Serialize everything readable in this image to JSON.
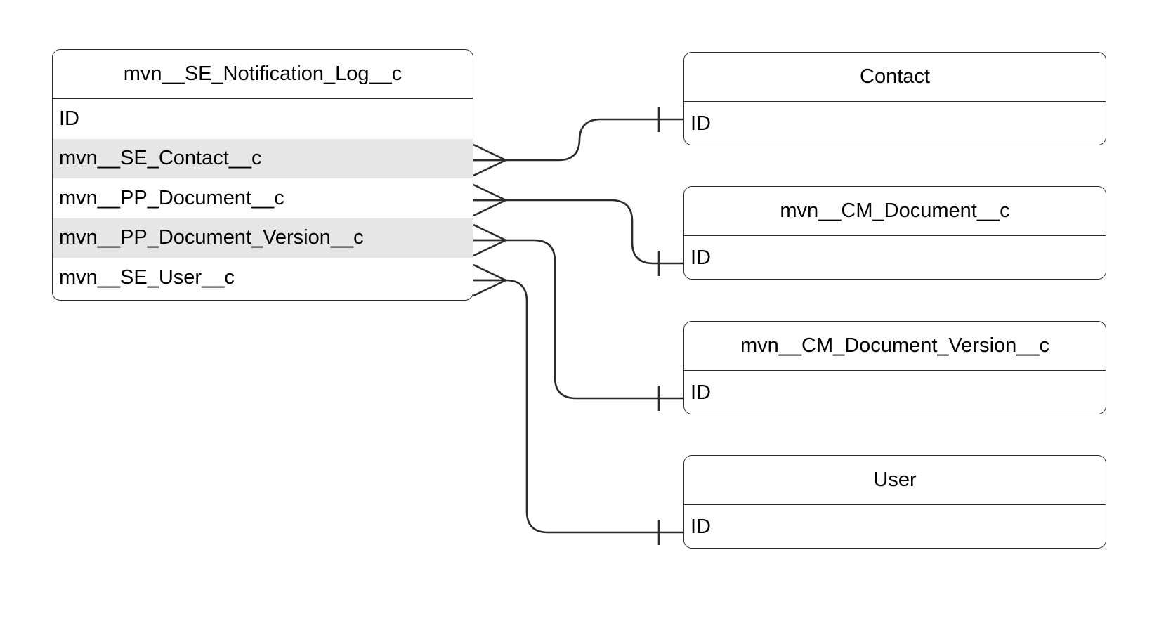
{
  "diagram": {
    "type": "entity-relationship-diagram",
    "notation": "crow's-foot",
    "colors": {
      "stroke": "#2b2b2b",
      "background": "#ffffff",
      "row_alt": "#e6e6e6",
      "text": "#000000"
    }
  },
  "entities": {
    "source": {
      "name": "mvn__SE_Notification_Log__c",
      "attributes": [
        {
          "label": "ID",
          "shaded": false
        },
        {
          "label": "mvn__SE_Contact__c",
          "shaded": true
        },
        {
          "label": "mvn__PP_Document__c",
          "shaded": false
        },
        {
          "label": "mvn__PP_Document_Version__c",
          "shaded": true
        },
        {
          "label": "mvn__SE_User__c",
          "shaded": false
        }
      ]
    },
    "targets": [
      {
        "name": "Contact",
        "attributes": [
          {
            "label": "ID",
            "shaded": false
          }
        ]
      },
      {
        "name": "mvn__CM_Document__c",
        "attributes": [
          {
            "label": "ID",
            "shaded": false
          }
        ]
      },
      {
        "name": "mvn__CM_Document_Version__c",
        "attributes": [
          {
            "label": "ID",
            "shaded": false
          }
        ]
      },
      {
        "name": "User",
        "attributes": [
          {
            "label": "ID",
            "shaded": false
          }
        ]
      }
    ]
  },
  "relationships": [
    {
      "from_attribute": "mvn__SE_Contact__c",
      "to_entity": "Contact",
      "to_attribute": "ID",
      "from_cardinality": "many",
      "to_cardinality": "one"
    },
    {
      "from_attribute": "mvn__PP_Document__c",
      "to_entity": "mvn__CM_Document__c",
      "to_attribute": "ID",
      "from_cardinality": "many",
      "to_cardinality": "one"
    },
    {
      "from_attribute": "mvn__PP_Document_Version__c",
      "to_entity": "mvn__CM_Document_Version__c",
      "to_attribute": "ID",
      "from_cardinality": "many",
      "to_cardinality": "one"
    },
    {
      "from_attribute": "mvn__SE_User__c",
      "to_entity": "User",
      "to_attribute": "ID",
      "from_cardinality": "many",
      "to_cardinality": "one"
    }
  ]
}
